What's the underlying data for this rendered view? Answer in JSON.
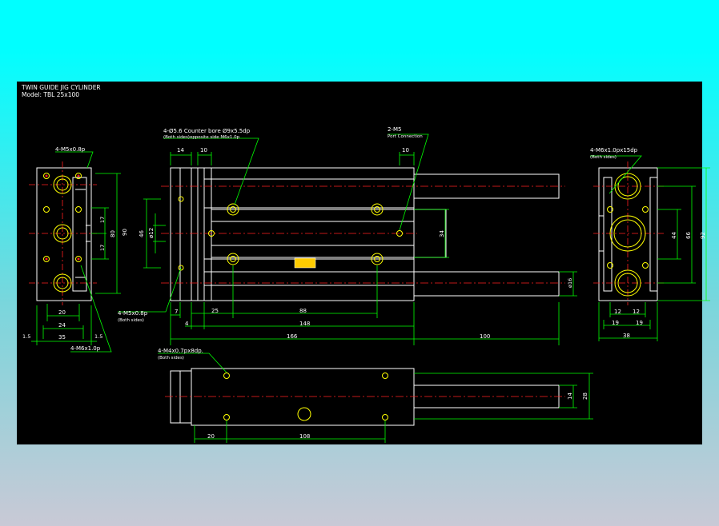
{
  "title": {
    "line1": "TWIN GUIDE JIG CYLINDER",
    "line2": "Model: TBL 25x100"
  },
  "colors": {
    "outline": "#ffffff",
    "dimension": "#00ff00",
    "centerline": "#ff2020",
    "hole": "#ffff00",
    "label": "#ffff00"
  },
  "notes": {
    "counterbore": "4-Ø5.6 Counter bore Ø9x5.5dp",
    "counterbore_sub": "(Both sides)opposite side M6x1.0p",
    "port": "2-M5",
    "port_sub": "Port Connection",
    "left_top": "4-M5x0.8p",
    "left_bottom": "4-M6x1.0p",
    "right_top": "4-M6x1.0px15dp",
    "right_top_sub": "(Both sides)",
    "front_side": "4-M5x0.8p",
    "front_side_sub": "(Both sides)",
    "bottom_note": "4-M4x0.7px8dp.",
    "bottom_note_sub": "(Both sides)"
  },
  "dims": {
    "top_14": "14",
    "top_10a": "10",
    "top_10b": "10",
    "d46": "46",
    "d12": "ø12",
    "d34": "34",
    "d16": "ø16",
    "d7": "7",
    "d25": "25",
    "d88": "88",
    "d4": "4",
    "d148": "148",
    "d166": "166",
    "d100": "100",
    "l20": "20",
    "l24": "24",
    "l35": "35",
    "l15a": "1.5",
    "l15b": "1.5",
    "l90": "90",
    "l80": "80",
    "l17a": "17",
    "l17b": "17",
    "r44": "44",
    "r66": "66",
    "r92": "92",
    "r12a": "12",
    "r12b": "12",
    "r19a": "19",
    "r19b": "19",
    "r38": "38",
    "b14": "14",
    "b28": "28",
    "b20": "20",
    "b108": "108"
  }
}
